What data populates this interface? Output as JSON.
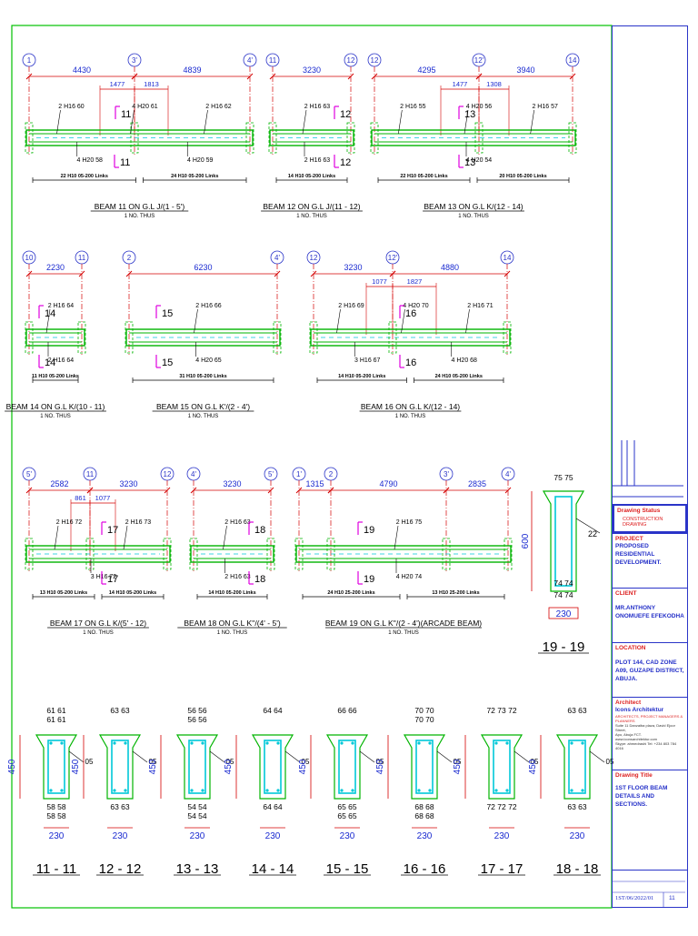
{
  "beams": [
    {
      "grids": [
        "1",
        "3'",
        "4'"
      ],
      "dims": [
        "4430",
        "4839"
      ],
      "subdims": [
        "1477",
        "1813"
      ],
      "top": [
        "2 H16 60",
        "4 H20 61",
        "2 H16 62"
      ],
      "bot": [
        "4 H20 58",
        "4 H20 59"
      ],
      "links": [
        "22 H10 05-200 Links",
        "24 H10 05-200 Links"
      ],
      "sec": "11",
      "title": "BEAM 11 ON G.L J/(1 - 5')",
      "note": "1 NO. THUS"
    },
    {
      "grids": [
        "11",
        "12"
      ],
      "dims": [
        "3230"
      ],
      "subdims": [],
      "top": [
        "2 H16 63"
      ],
      "bot": [
        "2 H16 63"
      ],
      "links": [
        "14 H10 05-200 Links"
      ],
      "sec": "12",
      "title": "BEAM 12 ON G.L J/(11 - 12)",
      "note": "1 NO. THUS"
    },
    {
      "grids": [
        "12",
        "12'",
        "14"
      ],
      "dims": [
        "4295",
        "3940"
      ],
      "subdims": [
        "1477",
        "1308"
      ],
      "top": [
        "2 H16 55",
        "4 H20 56",
        "2 H16 57"
      ],
      "bot": [
        "4 H20 54"
      ],
      "links": [
        "22 H10 05-200 Links",
        "20 H10 05-200 Links"
      ],
      "sec": "13",
      "title": "BEAM 13 ON G.L K/(12 - 14)",
      "note": "1 NO. THUS"
    },
    {
      "grids": [
        "10",
        "11"
      ],
      "dims": [
        "2230"
      ],
      "subdims": [],
      "top": [
        "2 H16 64"
      ],
      "bot": [
        "2 H16 64"
      ],
      "links": [
        "11 H10 05-200 Links"
      ],
      "sec": "14",
      "title": "BEAM 14 ON G.L K/(10 - 11)",
      "note": "1 NO. THUS"
    },
    {
      "grids": [
        "2",
        "4'"
      ],
      "dims": [
        "6230"
      ],
      "subdims": [],
      "top": [
        "2 H16 66"
      ],
      "bot": [
        "4 H20 65"
      ],
      "links": [
        "31 H10 05-200 Links"
      ],
      "sec": "15",
      "title": "BEAM 15 ON G.L K'/(2 - 4')",
      "note": "1 NO. THUS"
    },
    {
      "grids": [
        "12",
        "12'",
        "14"
      ],
      "dims": [
        "3230",
        "4880"
      ],
      "subdims": [
        "1077",
        "1827"
      ],
      "top": [
        "2 H16 69",
        "4 H20 70",
        "2 H16 71"
      ],
      "bot": [
        "3 H16 67",
        "4 H20 68"
      ],
      "links": [
        "14 H10 05-200 Links",
        "24 H10 05-200 Links"
      ],
      "sec": "16",
      "title": "BEAM 16 ON G.L K/(12 - 14)",
      "note": "1 NO. THUS"
    },
    {
      "grids": [
        "5'",
        "11",
        "12"
      ],
      "dims": [
        "2582",
        "3230"
      ],
      "subdims": [
        "861",
        "1077"
      ],
      "top": [
        "2 H16 72",
        "2 H16 73"
      ],
      "bot": [
        "3 H16 72"
      ],
      "links": [
        "13 H10 05-200 Links",
        "14 H10 05-200 Links"
      ],
      "sec": "17",
      "title": "BEAM 17 ON G.L K/(5' - 12)",
      "note": "1 NO. THUS"
    },
    {
      "grids": [
        "4'",
        "5'"
      ],
      "dims": [
        "3230"
      ],
      "subdims": [],
      "top": [
        "2 H16 63"
      ],
      "bot": [
        "2 H16 63"
      ],
      "links": [
        "14 H10 05-200 Links"
      ],
      "sec": "18",
      "title": "BEAM 18 ON G.L K''/(4' - 5')",
      "note": "1 NO. THUS"
    },
    {
      "grids": [
        "1'",
        "2",
        "3'",
        "4'"
      ],
      "dims": [
        "1315",
        "4790",
        "2835"
      ],
      "subdims": [],
      "top": [
        "2 H16 75"
      ],
      "bot": [
        "4 H20 74"
      ],
      "links": [
        "24 H10 25-200 Links",
        "13 H10 25-200 Links"
      ],
      "sec": "19",
      "title": "BEAM 19 ON G.L K''/(2 - 4')(ARCADE BEAM)",
      "note": "1 NO. THUS"
    }
  ],
  "sections": [
    {
      "label": "11 - 11",
      "top": [
        "61 61",
        "61 61"
      ],
      "bot": [
        "58 58",
        "58 58"
      ],
      "side": "05"
    },
    {
      "label": "12 - 12",
      "top": [
        "63 63"
      ],
      "bot": [
        "63 63"
      ],
      "side": "05"
    },
    {
      "label": "13 - 13",
      "top": [
        "56 56",
        "56 56"
      ],
      "bot": [
        "54 54",
        "54 54"
      ],
      "side": "05"
    },
    {
      "label": "14 - 14",
      "top": [
        "64 64"
      ],
      "bot": [
        "64 64"
      ],
      "side": "05"
    },
    {
      "label": "15 - 15",
      "top": [
        "66 66"
      ],
      "bot": [
        "65 65",
        "65 65"
      ],
      "side": "05"
    },
    {
      "label": "16 - 16",
      "top": [
        "70 70",
        "70 70"
      ],
      "bot": [
        "68 68",
        "68 68"
      ],
      "side": "05"
    },
    {
      "label": "17 - 17",
      "top": [
        "72 73 72"
      ],
      "bot": [
        "72 72 72"
      ],
      "side": "05"
    },
    {
      "label": "18 - 18",
      "top": [
        "63 63"
      ],
      "bot": [
        "63 63"
      ],
      "side": "05"
    }
  ],
  "section_dims": {
    "height": "450",
    "width": "230"
  },
  "section19": {
    "label": "19 - 19",
    "top": "75 75",
    "side": "22",
    "bot": [
      "74 74",
      "74 74"
    ],
    "height": "600",
    "width": "230"
  },
  "colors": {
    "frame": "#00c000",
    "dim": "#d40000",
    "dimtext": "#1a2ad0",
    "magenta": "#e000e0",
    "beam": "#00b400",
    "cyan": "#00c8d8"
  },
  "titleblock": {
    "status_head": "Drawing Status",
    "status": "CONSTRUCTION DRAWING",
    "project_head": "PROJECT",
    "project": "PROPOSED RESIDENTIAL DEVELOPMENT.",
    "client_head": "CLIENT",
    "client": "MR.ANTHONY ONOMUEFE EFEKODHA",
    "location_head": "LOCATION",
    "location": "PLOT 144, CAD ZONE A09, GUZAPE DISTRICT, ABUJA.",
    "architect_head": "Architect",
    "architect": "Icons Architektur",
    "arch_small": [
      "ARCHITECTS, PROJECT MANAGERS & PLANNERS",
      "Suite 11 Danzaiba plaza, David Ejoor Street,",
      "Apo, Abuja FCT.",
      "www.iconsarchitektur.com",
      "Skype: ahmedrashi Tel: +234 803 784 4016"
    ],
    "title_head": "Drawing Title",
    "title": "1ST FLOOR BEAM DETAILS AND SECTIONS.",
    "drawing_no": "1ST/06/2022/01",
    "sheet": "11"
  }
}
